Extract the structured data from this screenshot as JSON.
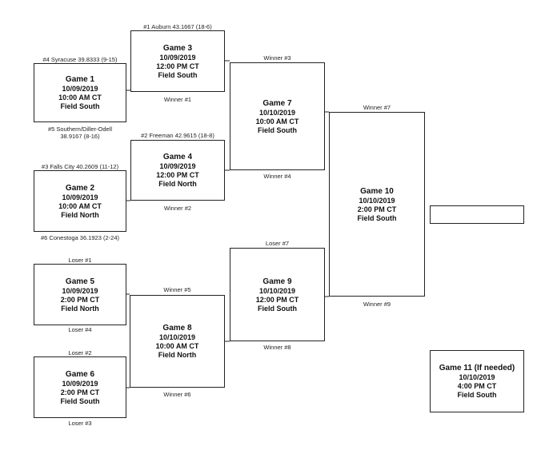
{
  "games": {
    "g1": {
      "title": "Game 1",
      "date": "10/09/2019",
      "time": "10:00 AM CT",
      "field": "Field South"
    },
    "g2": {
      "title": "Game 2",
      "date": "10/09/2019",
      "time": "10:00 AM CT",
      "field": "Field North"
    },
    "g3": {
      "title": "Game 3",
      "date": "10/09/2019",
      "time": "12:00 PM CT",
      "field": "Field South"
    },
    "g4": {
      "title": "Game 4",
      "date": "10/09/2019",
      "time": "12:00 PM CT",
      "field": "Field North"
    },
    "g5": {
      "title": "Game 5",
      "date": "10/09/2019",
      "time": "2:00 PM CT",
      "field": "Field North"
    },
    "g6": {
      "title": "Game 6",
      "date": "10/09/2019",
      "time": "2:00 PM CT",
      "field": "Field South"
    },
    "g7": {
      "title": "Game 7",
      "date": "10/10/2019",
      "time": "10:00 AM CT",
      "field": "Field South"
    },
    "g8": {
      "title": "Game 8",
      "date": "10/10/2019",
      "time": "10:00 AM CT",
      "field": "Field North"
    },
    "g9": {
      "title": "Game 9",
      "date": "10/10/2019",
      "time": "12:00 PM CT",
      "field": "Field South"
    },
    "g10": {
      "title": "Game 10",
      "date": "10/10/2019",
      "time": "2:00 PM CT",
      "field": "Field South"
    },
    "g11": {
      "title": "Game 11 (If needed)",
      "date": "10/10/2019",
      "time": "4:00 PM CT",
      "field": "Field South"
    }
  },
  "labels": {
    "g1_top": "#4 Syracuse 39.8333 (9-15)",
    "g1_bot_1": "#5 Southern/Diller-Odell",
    "g1_bot_2": "38.9167 (8-16)",
    "g2_top": "#3 Falls City 40.2609 (11-12)",
    "g2_bot": "#6 Conestoga 36.1923 (2-24)",
    "g3_top": "#1 Auburn 43.1667 (18-6)",
    "g3_bot": "Winner #1",
    "g4_top": "#2 Freeman 42.9615 (18-8)",
    "g4_bot": "Winner #2",
    "g5_top": "Loser #1",
    "g5_bot": "Loser #4",
    "g6_top": "Loser #2",
    "g6_bot": "Loser #3",
    "g7_top": "Winner #3",
    "g7_bot": "Winner #4",
    "g8_top": "Winner #5",
    "g8_bot": "Winner #6",
    "g9_top": "Loser #7",
    "g9_bot": "Winner #8",
    "g10_top": "Winner #7",
    "g10_bot": "Winner #9"
  }
}
